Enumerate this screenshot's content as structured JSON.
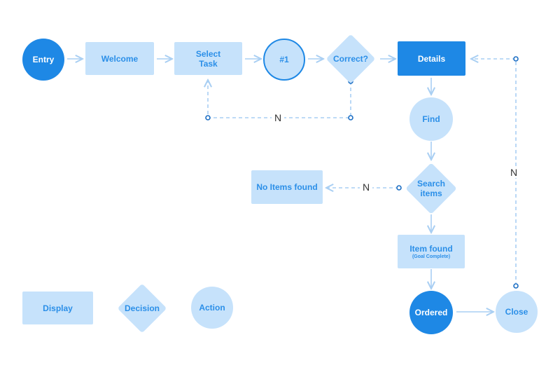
{
  "nodes": {
    "entry": "Entry",
    "welcome": "Welcome",
    "select_task_1": "Select",
    "select_task_2": "Task",
    "step_one": "#1",
    "correct": "Correct?",
    "details": "Details",
    "find": "Find",
    "search_items_1": "Search",
    "search_items_2": "items",
    "no_items": "No Items found",
    "item_found": "Item found",
    "goal_complete": "(Goal Complete)",
    "ordered": "Ordered",
    "close": "Close"
  },
  "edge_labels": {
    "n_retry": "N",
    "n_no_items": "N",
    "n_close": "N"
  },
  "legend": {
    "display": "Display",
    "decision": "Decision",
    "action": "Action"
  },
  "colors": {
    "node_light": "#c6e2fb",
    "node_dark": "#1e88e5",
    "text_light": "#2b8fe8",
    "connector": "#a9cff3",
    "dot": "#1e6fc4"
  }
}
